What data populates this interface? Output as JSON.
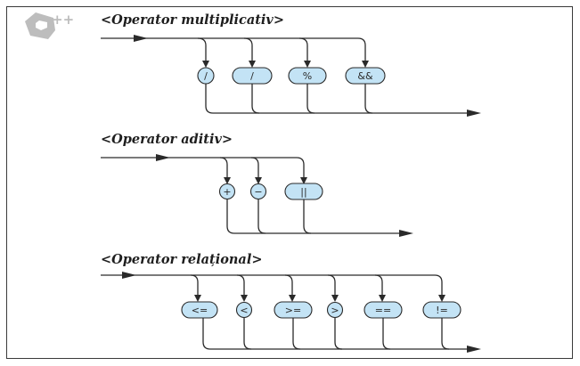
{
  "logo": {
    "text": "++",
    "icon": "c-plus-plus-logo"
  },
  "diagrams": [
    {
      "title": "<Operator multiplicativ>",
      "operators": [
        "/",
        "/",
        "%",
        "&&"
      ]
    },
    {
      "title": "<Operator aditiv>",
      "operators": [
        "+",
        "−",
        "||"
      ]
    },
    {
      "title": "<Operator relațional>",
      "operators": [
        "<=",
        "<",
        ">=",
        ">",
        "==",
        "!="
      ]
    }
  ]
}
